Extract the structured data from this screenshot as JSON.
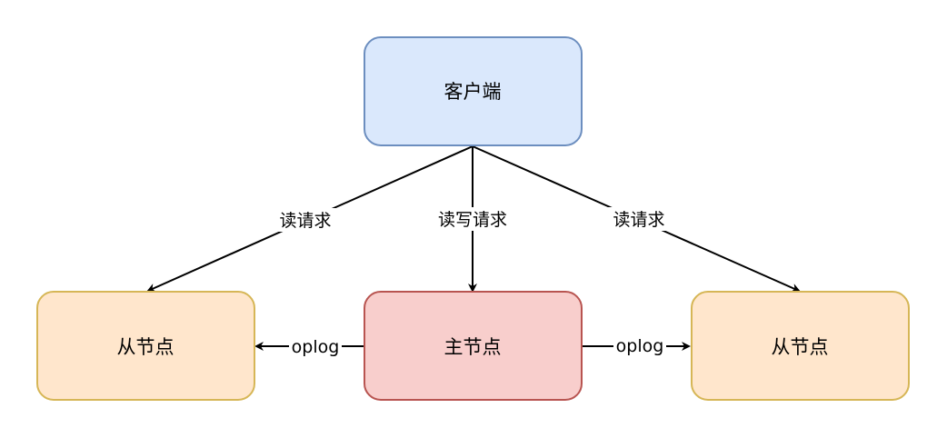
{
  "nodes": {
    "client": {
      "label": "客户端",
      "fill": "#dae8fc",
      "stroke": "#6c8ebf"
    },
    "primary": {
      "label": "主节点",
      "fill": "#f8cecc",
      "stroke": "#b85450"
    },
    "secondary_left": {
      "label": "从节点",
      "fill": "#ffe6cc",
      "stroke": "#d6b656"
    },
    "secondary_right": {
      "label": "从节点",
      "fill": "#ffe6cc",
      "stroke": "#d6b656"
    }
  },
  "edges": {
    "client_to_left": {
      "label": "读请求"
    },
    "client_to_primary": {
      "label": "读写请求"
    },
    "client_to_right": {
      "label": "读请求"
    },
    "primary_to_left": {
      "label": "oplog"
    },
    "primary_to_right": {
      "label": "oplog"
    }
  },
  "colors": {
    "edge": "#000000",
    "label_background": "#ffffff"
  }
}
